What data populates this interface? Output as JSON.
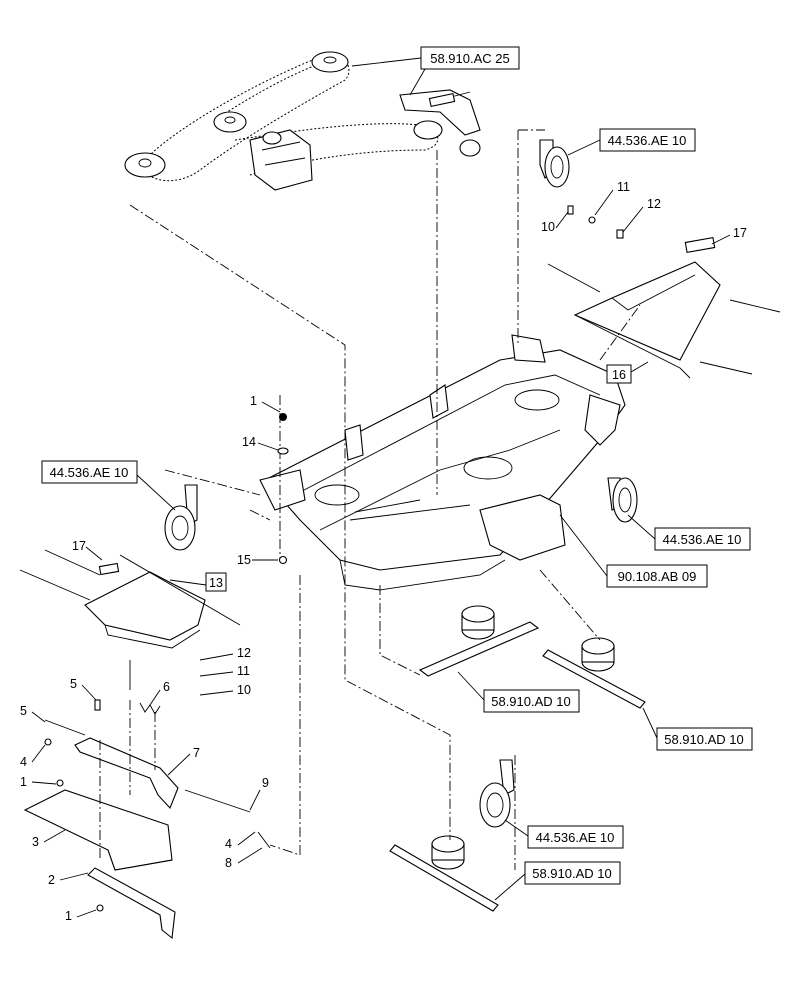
{
  "references": {
    "belt_drive": "58.910.AC 25",
    "caster_top_right": "44.536.AE 10",
    "caster_left": "44.536.AE 10",
    "caster_mid_right": "44.536.AE 10",
    "caster_bottom": "44.536.AE 10",
    "deck_frame": "90.108.AB 09",
    "blade_left": "58.910.AD 10",
    "blade_right": "58.910.AD 10",
    "blade_bottom": "58.910.AD 10"
  },
  "callouts": {
    "c1_top": "1",
    "c14": "14",
    "c15": "15",
    "c17_left": "17",
    "c13": "13",
    "c12_left": "12",
    "c11_left": "11",
    "c10_left": "10",
    "c5_top": "5",
    "c6": "6",
    "c5_mid": "5",
    "c4_left": "4",
    "c1_mid": "1",
    "c7": "7",
    "c9": "9",
    "c3": "3",
    "c2": "2",
    "c4_right": "4",
    "c8": "8",
    "c1_bottom": "1",
    "c11_right": "11",
    "c10_right": "10",
    "c12_right": "12",
    "c17_right": "17",
    "c16": "16"
  }
}
